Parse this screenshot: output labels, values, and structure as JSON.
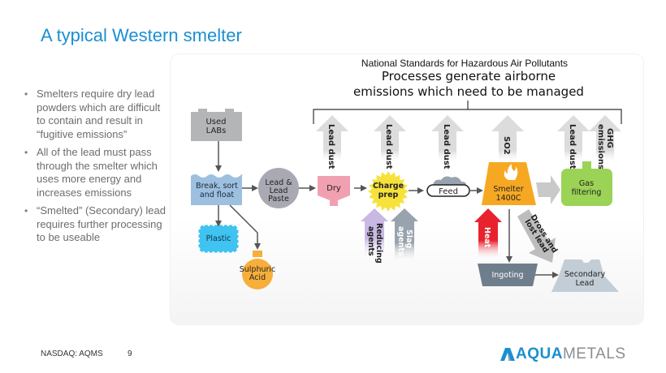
{
  "slide": {
    "title": "A typical Western smelter",
    "bullets": [
      "Smelters require dry lead powders which are difficult to contain and result in “fugitive emissions”",
      "All of the lead must pass through the smelter which uses more energy and increases emissions",
      "“Smelted” (Secondary) lead requires further processing to be useable"
    ],
    "bullet_glyph": "•"
  },
  "diagram": {
    "neshap_label": "National Standards for Hazardous Air Pollutants",
    "headline_line1": "Processes generate airborne",
    "headline_line2": "emissions which need to be managed",
    "nodes": {
      "used_labs": [
        "Used",
        "LABs"
      ],
      "break_sort": [
        "Break, sort",
        "and float"
      ],
      "lead_paste": [
        "Lead &",
        "Lead",
        "Paste"
      ],
      "dry": "Dry",
      "charge_prep": [
        "Charge",
        "prep"
      ],
      "feed": "Feed",
      "smelter": [
        "Smelter",
        "1400C"
      ],
      "gas_filtering": [
        "Gas",
        "filtering"
      ],
      "plastic": "Plastic",
      "sulphuric_acid": [
        "Sulphuric",
        "Acid"
      ],
      "ingoting": "Ingoting",
      "secondary_lead": [
        "Secondary",
        "Lead"
      ]
    },
    "emissions": {
      "dry": "Lead dust",
      "charge_prep": "Lead dust",
      "feed": "Lead dust",
      "smelter": "SO2",
      "gas_filtering_1": "Lead dust",
      "gas_filtering_2": [
        "GHG",
        "emissions"
      ]
    },
    "inputs": {
      "reducing": [
        "Reducing",
        "agents"
      ],
      "slag": [
        "Slag",
        "agents"
      ],
      "heat": "Heat",
      "dross": [
        "Dross and",
        "lost lead"
      ]
    },
    "colors": {
      "used_labs": "#b3b5b7",
      "break_sort": "#9dbfe0",
      "lead_paste": "#a9a9b3",
      "dry": "#f1a0b2",
      "charge_prep": "#f6e23a",
      "smelter": "#f7a823",
      "gas_filtering": "#9bd356",
      "plastic": "#3fc3f0",
      "sulphuric_acid": "#f7ae3a",
      "ingoting": "#6f7e8c",
      "secondary_lead": "#c3cdd6",
      "emission_arrow": "#dcdcdc",
      "reducing": "#c9b8e3",
      "slag": "#98a3ad",
      "heat": "#e8232e",
      "dross": "#b9b9b9"
    }
  },
  "footer": {
    "ticker": "NASDAQ: AQMS",
    "page": "9",
    "logo_part1": "AQUA",
    "logo_part2": "METALS"
  }
}
